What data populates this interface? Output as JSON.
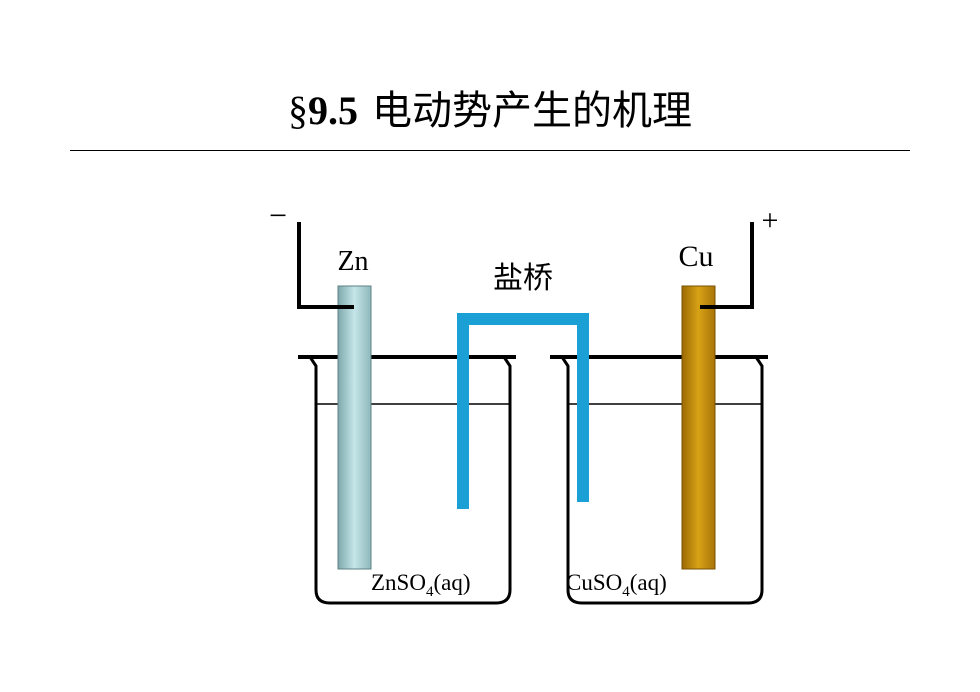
{
  "slide": {
    "title_section": "§",
    "title_number": "9.5",
    "title_text": "电动势产生的机理"
  },
  "diagram": {
    "minus_sign": "−",
    "plus_sign": "+",
    "left_electrode": "Zn",
    "right_electrode": "Cu",
    "salt_bridge": "盐桥",
    "left_solution": {
      "formula": "ZnSO",
      "subscript": "4",
      "state": "(aq)"
    },
    "right_solution": {
      "formula": "CuSO",
      "subscript": "4",
      "state": "(aq)"
    }
  },
  "colors": {
    "zinc_electrode": "#a8d0d4",
    "copper_electrode": "#c8920c",
    "salt_bridge": "#1aa0d4",
    "line": "#000000"
  }
}
